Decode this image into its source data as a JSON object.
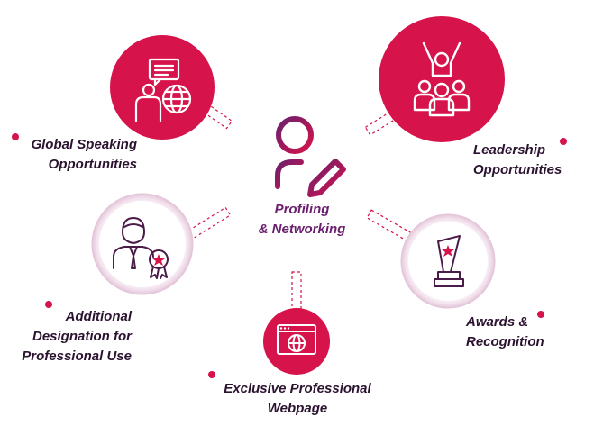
{
  "center": {
    "line1": "Profiling",
    "line2": "& Networking"
  },
  "nodes": [
    {
      "id": "global-speaking",
      "icon": "speaker-globe-icon",
      "line1": "Global Speaking",
      "line2": "Opportunities"
    },
    {
      "id": "leadership",
      "icon": "team-celebration-icon",
      "line1": "Leadership",
      "line2": "Opportunities"
    },
    {
      "id": "designation",
      "icon": "professional-badge-icon",
      "line1": "Additional",
      "line2": "Designation for",
      "line3": "Professional Use"
    },
    {
      "id": "awards",
      "icon": "trophy-icon",
      "line1": "Awards &",
      "line2": "Recognition"
    },
    {
      "id": "webpage",
      "icon": "web-browser-icon",
      "line1": "Exclusive Professional",
      "line2": "Webpage"
    }
  ],
  "colors": {
    "crimson": "#d6134a",
    "purple": "#6b1f6e",
    "text": "#2b1330",
    "ring": "#f4e8f0"
  }
}
